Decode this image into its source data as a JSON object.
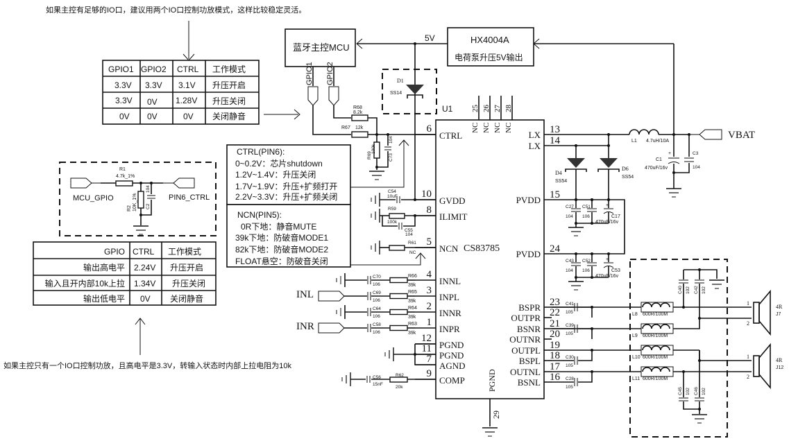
{
  "notes": {
    "top": "如果主控有足够的IO口，建议用两个IO口控制功放模式，这样比较稳定灵活。",
    "bottom": "如果主控只有一个IO口控制功放，且高电平是3.3V，转输入状态时内部上拉电阻为10k"
  },
  "table_two_io": {
    "headers": [
      "GPIO1",
      "GPIO2",
      "CTRL",
      "工作模式"
    ],
    "rows": [
      [
        "3.3V",
        "3.3V",
        "3.1V",
        "升压开启"
      ],
      [
        "3.3V",
        "0V",
        "1.28V",
        "升压关闭"
      ],
      [
        "0V",
        "0V",
        "0V",
        "关闭静音"
      ]
    ]
  },
  "table_one_io": {
    "headers": [
      "GPIO",
      "CTRL",
      "工作模式"
    ],
    "rows": [
      [
        "输出高电平",
        "2.24V",
        "升压开启"
      ],
      [
        "输入且开内部10k上拉",
        "1.34V",
        "升压关闭"
      ],
      [
        "输出低电平",
        "0V",
        "关闭静音"
      ]
    ]
  },
  "blocks": {
    "mcu": "蓝牙主控MCU",
    "boost_name": "HX4004A",
    "boost_desc": "电荷泵升压5V输出",
    "rail_5v": "5V",
    "gpio1": "GPIO1",
    "gpio2": "GPIO2"
  },
  "ctrl_note": {
    "title": "CTRL(PIN6):",
    "lines": [
      "0~0.2V：芯片shutdown",
      "1.2V~1.4V：升压关闭",
      "1.7V~1.9V：升压+扩频打开",
      "2.2V~3.3V：升压+扩频关闭"
    ]
  },
  "ncn_note": {
    "title": "NCN(PIN5):",
    "lines": [
      "0R下地：静音MUTE",
      "39k下地：防破音MODE1",
      "82k下地：防破音MODE2",
      "FLOAT悬空：防破音关闭"
    ]
  },
  "divider_circuit": {
    "in_label": "MCU_GPIO",
    "out_label": "PIN6_CTRL",
    "r1_ref": "R1",
    "r1_val": "4.7k_1%",
    "r2_ref": "R2",
    "r2_val": "10K_1%",
    "c_ref": "C2",
    "c_val": "104"
  },
  "chip": {
    "ref": "U1",
    "part": "CS83785",
    "left_pins": [
      {
        "num": "6",
        "name": "CTRL"
      },
      {
        "num": "10",
        "name": "GVDD"
      },
      {
        "num": "8",
        "name": "ILIMIT"
      },
      {
        "num": "5",
        "name": "NCN"
      },
      {
        "num": "4",
        "name": "INNL"
      },
      {
        "num": "3",
        "name": "INPL"
      },
      {
        "num": "2",
        "name": "INNR"
      },
      {
        "num": "1",
        "name": "INPR"
      },
      {
        "num": "12",
        "name": "PGND"
      },
      {
        "num": "11",
        "name": "PGND"
      },
      {
        "num": "7",
        "name": "AGND"
      },
      {
        "num": "9",
        "name": "COMP"
      }
    ],
    "right_pins": [
      {
        "num": "13",
        "name": "LX"
      },
      {
        "num": "14",
        "name": "LX"
      },
      {
        "num": "15",
        "name": "PVDD"
      },
      {
        "num": "24",
        "name": "PVDD"
      },
      {
        "num": "23",
        "name": "BSPR"
      },
      {
        "num": "22",
        "name": "OUTPR"
      },
      {
        "num": "21",
        "name": "BSNR"
      },
      {
        "num": "20",
        "name": "OUTNR"
      },
      {
        "num": "19",
        "name": "OUTPL"
      },
      {
        "num": "18",
        "name": "BSPL"
      },
      {
        "num": "17",
        "name": "OUTNL"
      },
      {
        "num": "16",
        "name": "BSNL"
      }
    ],
    "top_pins": [
      {
        "num": "25",
        "name": "NC"
      },
      {
        "num": "26",
        "name": "NC"
      },
      {
        "num": "27",
        "name": "NC"
      },
      {
        "num": "28",
        "name": "NC"
      }
    ],
    "bottom_pin": {
      "num": "29",
      "name": "PGND"
    }
  },
  "components": {
    "D1": {
      "ref": "D1",
      "val": "SS14"
    },
    "D4": {
      "ref": "D4",
      "val": "SS54"
    },
    "D6": {
      "ref": "D6",
      "val": "SS54"
    },
    "R68": {
      "ref": "R68",
      "val": "8.2k"
    },
    "R67": {
      "ref": "R67",
      "val": "12k"
    },
    "R69": {
      "ref": "R69",
      "val": "100k"
    },
    "C73": {
      "ref": "C73",
      "val": "104"
    },
    "C54": {
      "ref": "C54",
      "val": "10uF"
    },
    "R59": {
      "ref": "R59",
      "val": "100k"
    },
    "C55": {
      "ref": "C55",
      "val": "104"
    },
    "R61": {
      "ref": "R61",
      "val": "NC"
    },
    "C70": {
      "ref": "C70",
      "val": "106"
    },
    "R66": {
      "ref": "R66",
      "val": "39k"
    },
    "C69": {
      "ref": "C69",
      "val": "106"
    },
    "R65": {
      "ref": "R65",
      "val": "39k"
    },
    "C64": {
      "ref": "C64",
      "val": "106"
    },
    "R64": {
      "ref": "R64",
      "val": "39k"
    },
    "C58": {
      "ref": "C58",
      "val": "106"
    },
    "R63": {
      "ref": "R63",
      "val": "39k"
    },
    "C56": {
      "ref": "C56",
      "val": "15nF"
    },
    "R62": {
      "ref": "R62",
      "val": "20k"
    },
    "L1": {
      "ref": "L1",
      "val": "4.7uH/10A"
    },
    "C1": {
      "ref": "C1",
      "val": "470uF/16v"
    },
    "C3": {
      "ref": "C3",
      "val": "104"
    },
    "C27": {
      "ref": "C27",
      "val": "104"
    },
    "C51": {
      "ref": "C51",
      "val": "106"
    },
    "C17": {
      "ref": "C17",
      "val": "470uF/16v"
    },
    "C43": {
      "ref": "C43",
      "val": "104"
    },
    "C52": {
      "ref": "C52",
      "val": "106"
    },
    "C53": {
      "ref": "C53",
      "val": "470uF/16v"
    },
    "C41": {
      "ref": "C41",
      "val": "105"
    },
    "C39": {
      "ref": "C39",
      "val": "105"
    },
    "C30": {
      "ref": "C30",
      "val": "105"
    },
    "C28": {
      "ref": "C28",
      "val": "105"
    },
    "L8": {
      "ref": "L8",
      "val": "600R/100M"
    },
    "L9": {
      "ref": "L9",
      "val": "600R/100M"
    },
    "L10": {
      "ref": "L10",
      "val": "600R/100M"
    },
    "L11": {
      "ref": "L11",
      "val": "600R/100M"
    },
    "C40": {
      "ref": "C40",
      "val": "102"
    },
    "C42": {
      "ref": "C42",
      "val": "102"
    },
    "C45": {
      "ref": "C45",
      "val": "102"
    },
    "C46": {
      "ref": "C46",
      "val": "102"
    }
  },
  "ports": {
    "vbat": "VBAT",
    "inl": "INL",
    "inr": "INR"
  },
  "speakers": [
    {
      "ref": "J7",
      "imp": "4R",
      "pin1": "1",
      "pin2": "2"
    },
    {
      "ref": "J12",
      "imp": "4R",
      "pin1": "1",
      "pin2": "2"
    }
  ]
}
